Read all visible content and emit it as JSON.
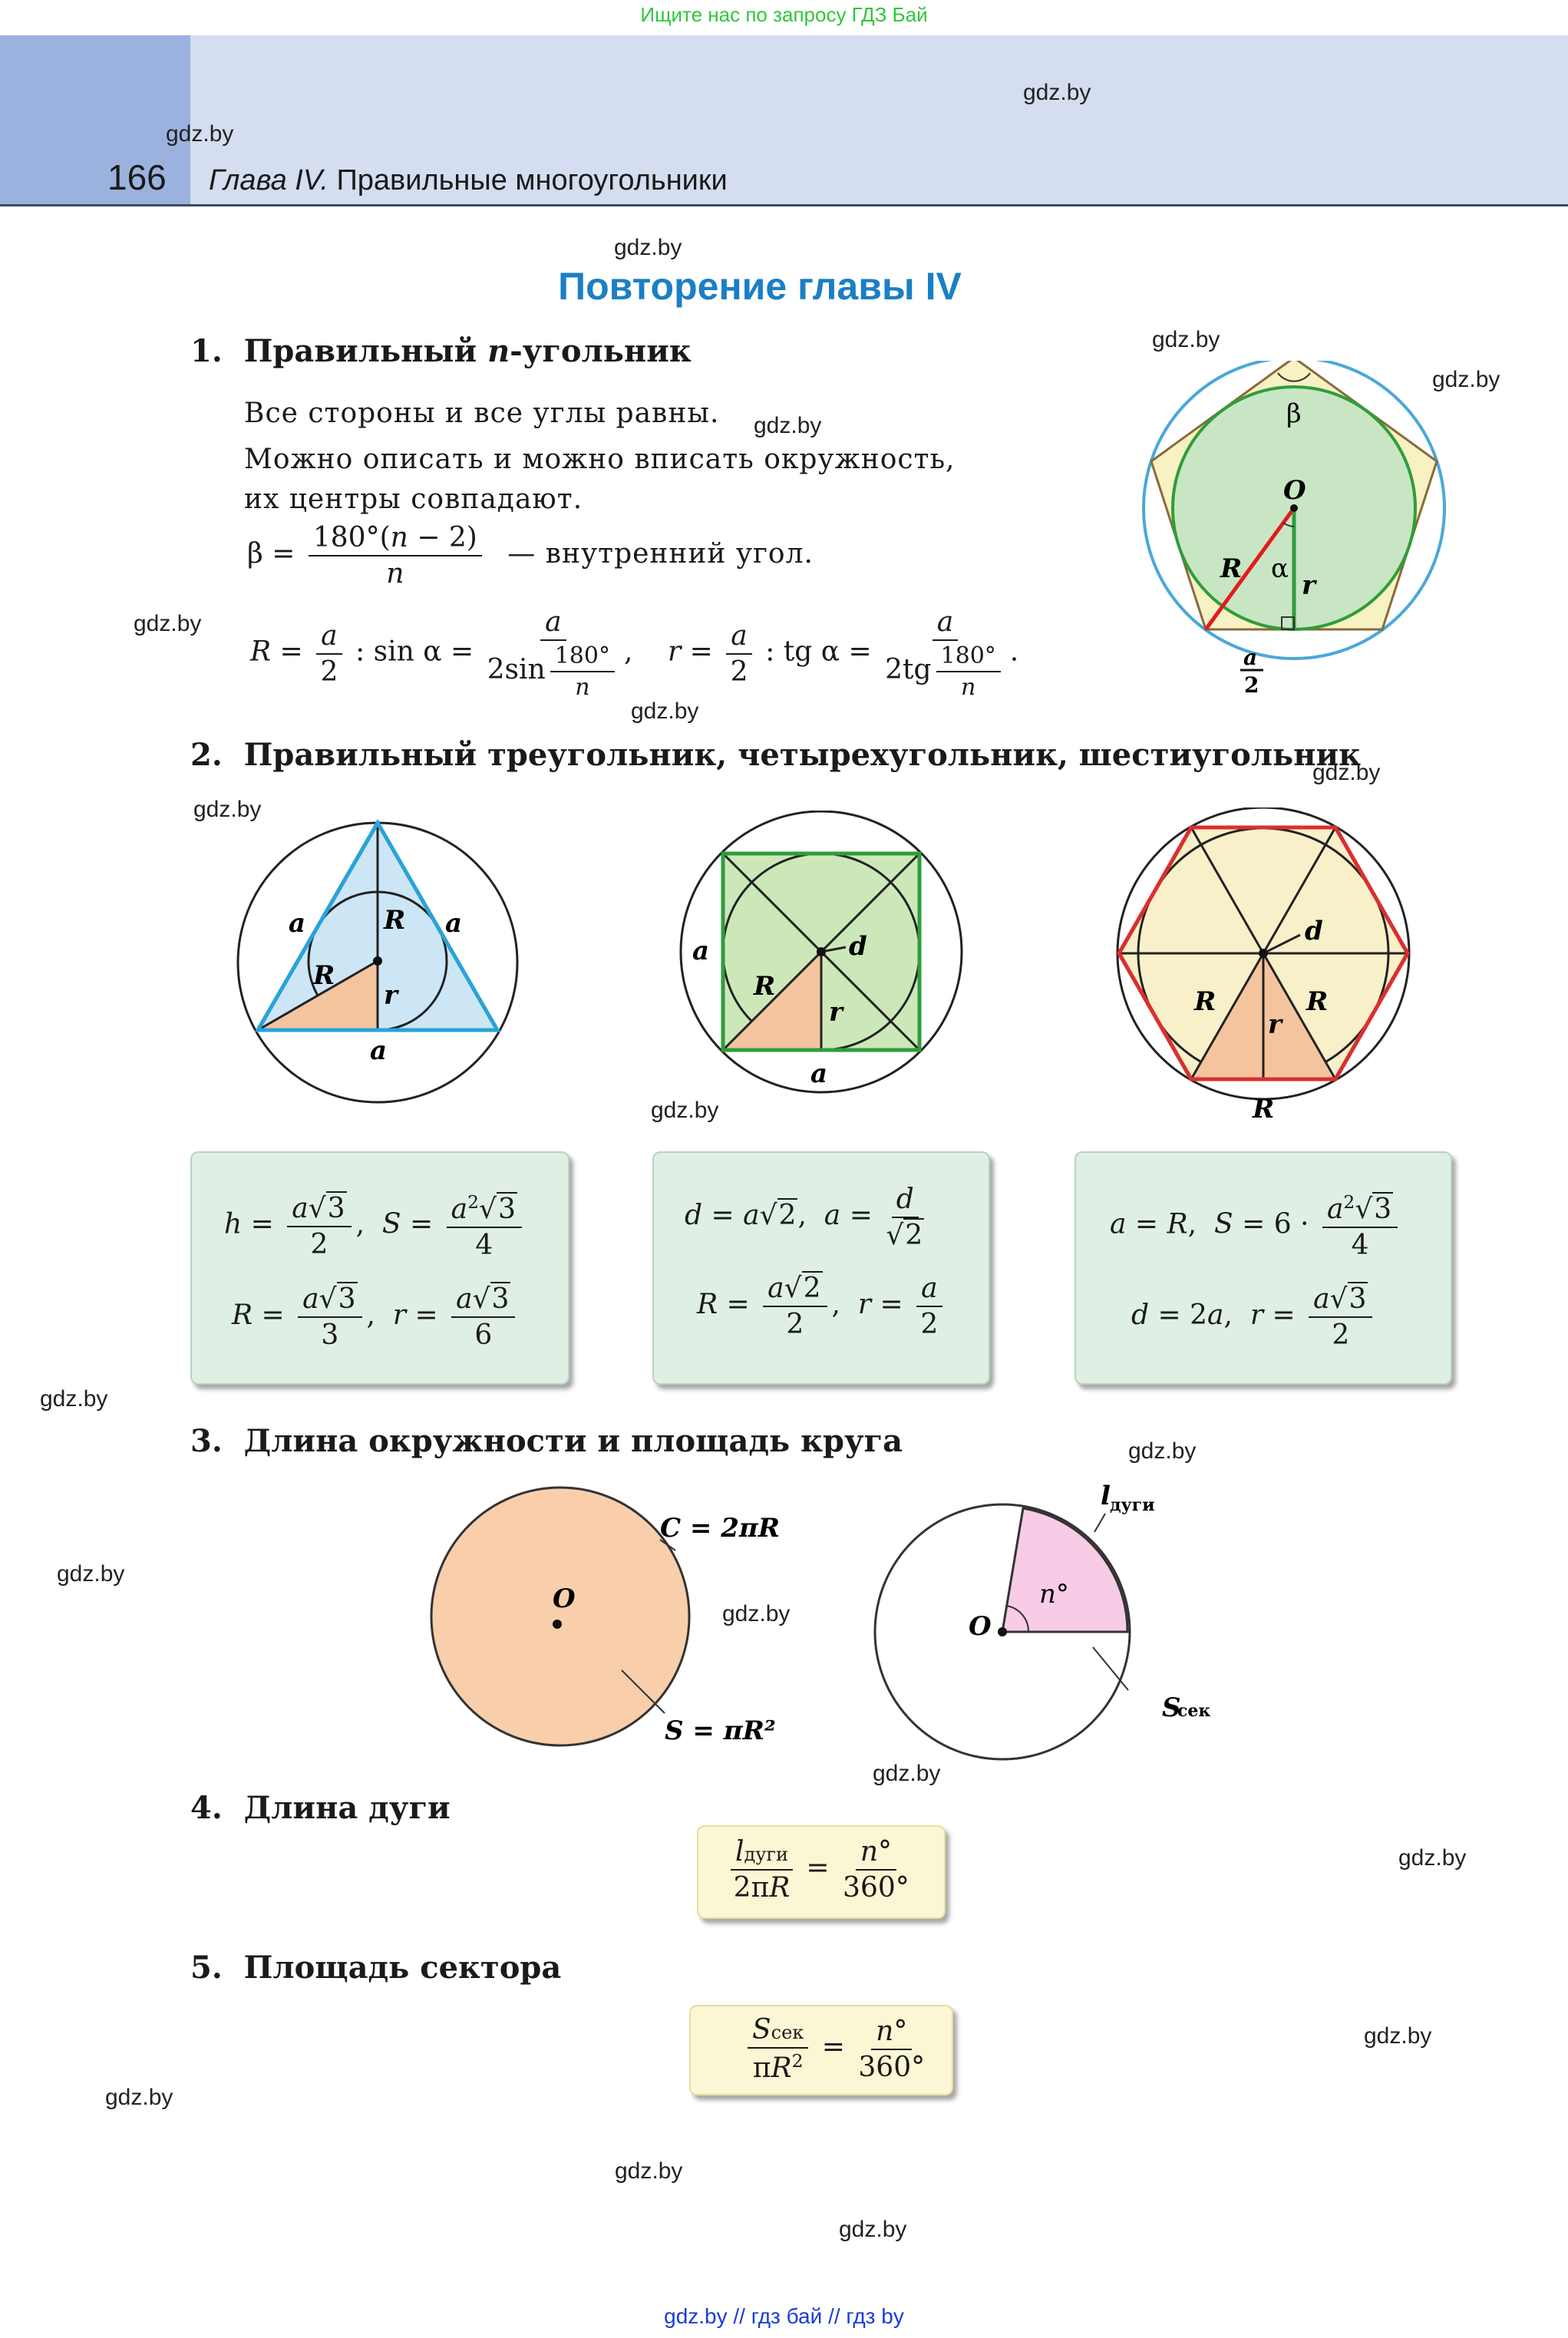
{
  "banner": "Ищите нас по запросу ГДЗ Бай",
  "header": {
    "page_number": "166",
    "chapter_prefix": "Глава IV.",
    "chapter_title": "Правильные многоугольники"
  },
  "watermark": "gdz.by",
  "title": "Повторение главы IV",
  "s1": {
    "num": "1.",
    "title_a": "Правильный ",
    "title_n": "n",
    "title_b": "-угольник",
    "line1": "Все стороны и все углы равны.",
    "line2": "Можно описать и можно вписать окружность,",
    "line3": "их центры совпадают.",
    "beta_note": "— внутренний угол.",
    "diagram": {
      "beta": "β",
      "O": "O",
      "R": "R",
      "alpha": "α",
      "r": "r",
      "a": "a",
      "two": "2"
    }
  },
  "s2": {
    "num": "2.",
    "title": "Правильный треугольник, четырехугольник, шестиугольник",
    "tri": {
      "a1": "a",
      "a2": "a",
      "a3": "a",
      "R1": "R",
      "R2": "R",
      "r": "r"
    },
    "sq": {
      "a1": "a",
      "a2": "a",
      "R": "R",
      "r": "r",
      "d": "d"
    },
    "hex": {
      "d": "d",
      "R1": "R",
      "R2": "R",
      "R3": "R",
      "r": "r"
    }
  },
  "s3": {
    "num": "3.",
    "title": "Длина окружности и площадь круга",
    "C": "C = 2πR",
    "S": "S = πR²",
    "O": "O",
    "O2": "O",
    "l": "l",
    "l_sub": "дуги",
    "n": "n°",
    "Ssek": "S",
    "Ssek_sub": "сек"
  },
  "s4": {
    "num": "4.",
    "title": "Длина дуги"
  },
  "s5": {
    "num": "5.",
    "title": "Площадь сектора"
  },
  "footer": "gdz.by  //  гдз бай  //  гдз by"
}
